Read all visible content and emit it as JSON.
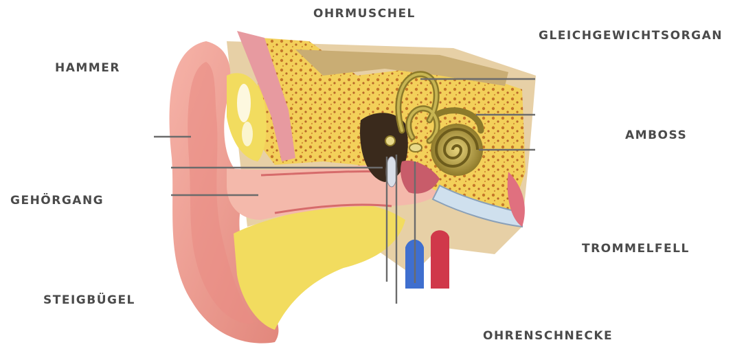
{
  "labels": {
    "ohrmuschel": "OHRMUSCHEL",
    "gleichgewichtsorgan": "GLEICHGEWICHTSORGAN",
    "hammer": "HAMMER",
    "amboss": "AMBOSS",
    "gehoergang": "GEHÖRGANG",
    "trommelfell": "TROMMELFELL",
    "steigbuegel": "STEIGBÜGEL",
    "ohrenschnecke": "OHRENSCHNECKE"
  },
  "colors": {
    "label_text": "#4a4a4a",
    "leader_line": "#6b6b6b",
    "skin": "#f0a9a0",
    "skin_dark": "#d9786f",
    "bone": "#f5dd6a",
    "bone_pores": "#c87a2a",
    "cochlea": "#b8a23a"
  }
}
